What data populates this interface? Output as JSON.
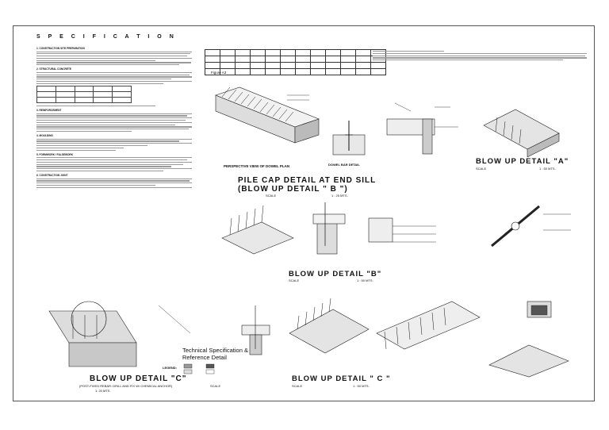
{
  "spec": {
    "heading": "S P E C I F I C A T I O N",
    "sections": [
      "1. CONSTRUCTION SITE PREPARATION",
      "2. STRUCTURAL CONCRETE",
      "3. REINFORCEMENT",
      "4. MOULDING",
      "5. FORMWORK / FALSEWORK",
      "6. CONSTRUCTION JOINT"
    ]
  },
  "figures": {
    "figure_a3": "Figure A3",
    "perspective": "PERSPECTIVE VIEW OF DOWEL PLAN",
    "dowel_bar": "DOWEL BAR DETAIL",
    "pile_cap_l1": "PILE CAP DETAIL AT END SILL",
    "pile_cap_l2": "(BLOW UP DETAIL \" B \")",
    "pile_cap_scale_label": "SCALE",
    "pile_cap_scale_value": "1 : 25 MTS.",
    "detail_a_title": "BLOW UP DETAIL \"A\"",
    "detail_a_scale_label": "SCALE",
    "detail_a_scale_value": "1 : 50 MTS.",
    "detail_b_title": "BLOW UP DETAIL \"B\"",
    "detail_b_scale_label": "SCALE",
    "detail_b_scale_value": "1 : 50 MTS.",
    "detail_c_title": "BLOW UP DETAIL \"C\"",
    "detail_c_sub": "(POST-FIXED REBAR: DRILL AND FIX W/ CHEMICAL ANCHOR)",
    "detail_c_scale_value": "1: 20 MTS.",
    "detail_c_scale_label": "SCALE",
    "detail_c2_title": "BLOW UP DETAIL \" C \"",
    "detail_c2_scale_label": "SCALE",
    "detail_c2_scale_value": "1 : 50 MTS.",
    "tech_spec_l1": "Technical Specification &",
    "tech_spec_l2": "Reference Detail",
    "legend": "LEGEND:"
  }
}
